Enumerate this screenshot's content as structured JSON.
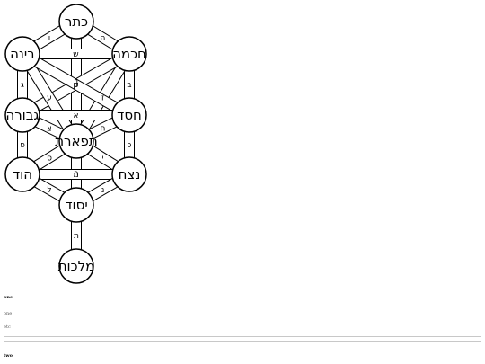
{
  "diagram": {
    "sefirot": [
      {
        "id": "keter",
        "label": "כתר"
      },
      {
        "id": "chochma",
        "label": "חכמה"
      },
      {
        "id": "bina",
        "label": "בינה"
      },
      {
        "id": "chesed",
        "label": "חסד"
      },
      {
        "id": "gevura",
        "label": "גבורה"
      },
      {
        "id": "tiferet",
        "label": "תפארת"
      },
      {
        "id": "netzach",
        "label": "נצח"
      },
      {
        "id": "hod",
        "label": "הוד"
      },
      {
        "id": "yesod",
        "label": "יסוד"
      },
      {
        "id": "malchut",
        "label": "מלכות"
      }
    ],
    "paths": [
      {
        "from": "keter",
        "to": "chochma",
        "letter": "ה"
      },
      {
        "from": "keter",
        "to": "bina",
        "letter": "ו"
      },
      {
        "from": "keter",
        "to": "tiferet",
        "letter": "ד"
      },
      {
        "from": "chochma",
        "to": "bina",
        "letter": "ש"
      },
      {
        "from": "chochma",
        "to": "chesed",
        "letter": "ב"
      },
      {
        "from": "chochma",
        "to": "tiferet",
        "letter": "ז"
      },
      {
        "from": "chochma",
        "to": "gevura",
        "letter": "ט"
      },
      {
        "from": "bina",
        "to": "gevura",
        "letter": "ג"
      },
      {
        "from": "bina",
        "to": "tiferet",
        "letter": "ע"
      },
      {
        "from": "bina",
        "to": "chesed",
        "letter": "ק"
      },
      {
        "from": "chesed",
        "to": "gevura",
        "letter": "א"
      },
      {
        "from": "chesed",
        "to": "tiferet",
        "letter": "ח"
      },
      {
        "from": "chesed",
        "to": "netzach",
        "letter": "כ"
      },
      {
        "from": "gevura",
        "to": "tiferet",
        "letter": "צ"
      },
      {
        "from": "gevura",
        "to": "hod",
        "letter": "פ"
      },
      {
        "from": "tiferet",
        "to": "netzach",
        "letter": "י"
      },
      {
        "from": "tiferet",
        "to": "hod",
        "letter": "ס"
      },
      {
        "from": "tiferet",
        "to": "yesod",
        "letter": "ר"
      },
      {
        "from": "netzach",
        "to": "hod",
        "letter": "מ"
      },
      {
        "from": "netzach",
        "to": "yesod",
        "letter": "נ"
      },
      {
        "from": "hod",
        "to": "yesod",
        "letter": "ל"
      },
      {
        "from": "yesod",
        "to": "malchut",
        "letter": "ת"
      }
    ]
  },
  "captions": {
    "heading_one": "one",
    "line_one": "one",
    "line_etc": "etc",
    "heading_two": "two"
  }
}
